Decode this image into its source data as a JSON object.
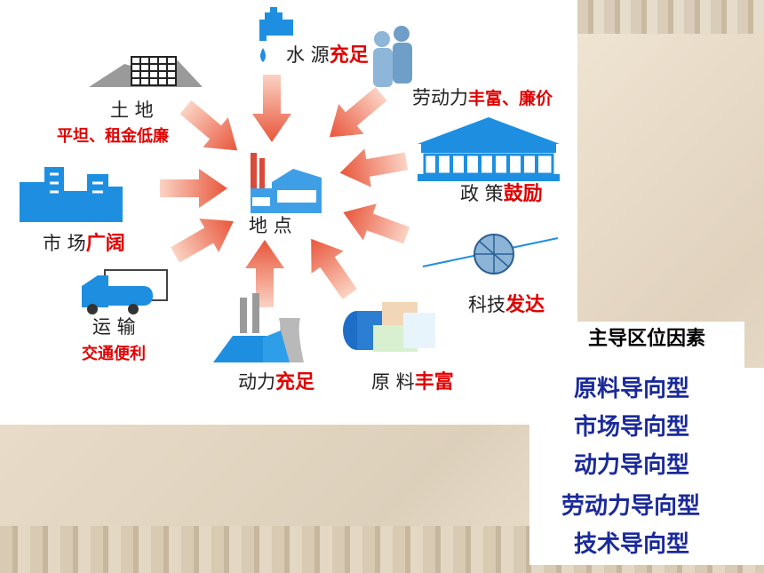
{
  "center": {
    "label": "地 点"
  },
  "factors": {
    "water": {
      "label": "水 源",
      "note": "充足"
    },
    "labor": {
      "label": "劳动力",
      "note": "丰富、廉价"
    },
    "land": {
      "label": "土 地",
      "note": "平坦、租金低廉"
    },
    "policy": {
      "label": "政 策",
      "note": "鼓励"
    },
    "market": {
      "label": "市 场",
      "note": "广阔"
    },
    "tech": {
      "label": "科技",
      "note": "发达"
    },
    "transport": {
      "label": "运 输",
      "note": "交通便利"
    },
    "power": {
      "label": "动力",
      "note": "充足"
    },
    "material": {
      "label": "原 料",
      "note": "丰富"
    }
  },
  "legend": {
    "title": "主导区位因素",
    "types": [
      "原料导向型",
      "市场导向型",
      "动力导向型",
      "劳动力导向型",
      "技术导向型"
    ]
  },
  "colors": {
    "arrow": "#e8553a",
    "note": "#e00000",
    "type_text": "#1a2a9a",
    "icon_blue": "#1e8fe0"
  }
}
